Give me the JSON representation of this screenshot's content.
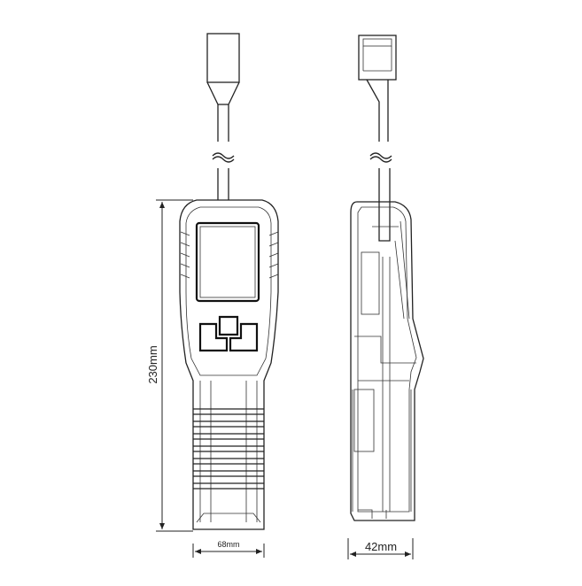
{
  "dimensions": {
    "height_label": "230mm",
    "front_width_label": "68mm",
    "side_width_label": "42mm"
  }
}
